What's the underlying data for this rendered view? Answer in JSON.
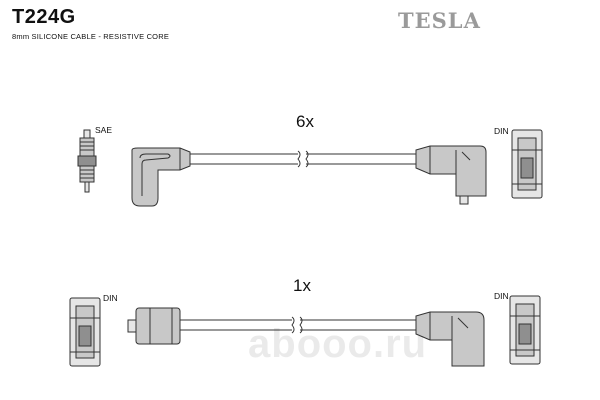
{
  "header": {
    "part_number": "T224G",
    "description": "8mm SILICONE CABLE - RESISTIVE CORE",
    "brand": "TESLA"
  },
  "sets": [
    {
      "quantity": "6x",
      "left_label": "SAE",
      "right_label": "DIN"
    },
    {
      "quantity": "1x",
      "left_label": "DIN",
      "right_label": "DIN"
    }
  ],
  "watermark": {
    "main": "ab",
    "domain": "ooo.ru",
    "tld": ""
  },
  "colors": {
    "line": "#333333",
    "brand": "#9a9a9a",
    "boot_fill": "#c8c8c8"
  }
}
